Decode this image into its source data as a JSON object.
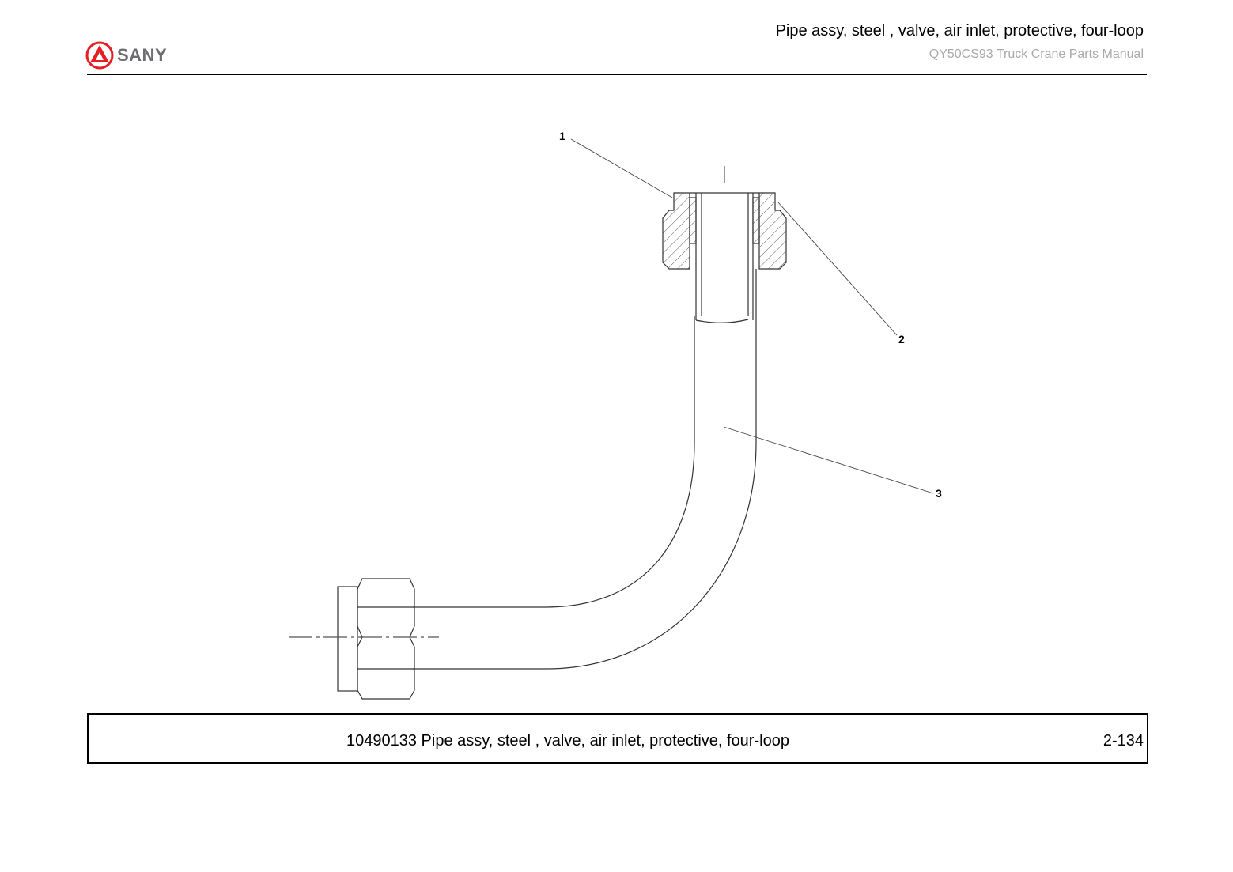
{
  "header": {
    "brand": "SANY",
    "title": "Pipe assy, steel , valve, air inlet, protective, four-loop",
    "subtitle": "QY50CS93 Truck Crane  Parts Manual"
  },
  "drawing": {
    "callouts": [
      "1",
      "2",
      "3"
    ]
  },
  "footer": {
    "caption": "10490133 Pipe assy, steel , valve, air inlet, protective, four-loop",
    "page": "2-134"
  },
  "colors": {
    "brand_red": "#e31e24",
    "brand_gray": "#6d6e71",
    "subtitle_gray": "#a7a9ac"
  }
}
